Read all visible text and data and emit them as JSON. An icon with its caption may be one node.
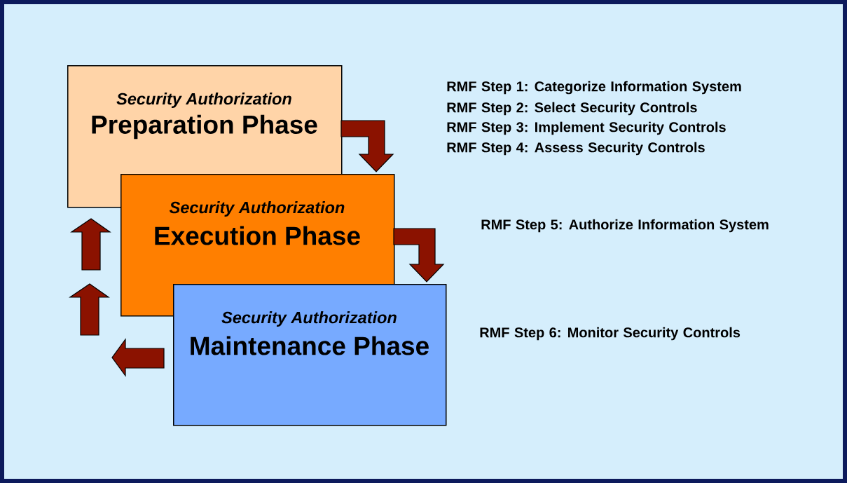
{
  "diagram": {
    "nodes": [
      {
        "text": [
          "*Security Authorization*",
          "Preparation Phase"
        ]
      },
      {
        "text": [
          "*Security Authorization*",
          "Execution Phase"
        ]
      },
      {
        "text": [
          "*Security Authorization*",
          "Maintenance Phase"
        ]
      }
    ],
    "edges": [
      {
        "from": 0,
        "to": 1,
        "arrow": "to"
      },
      {
        "from": 1,
        "to": 2,
        "arrow": "to"
      },
      {
        "from": 2,
        "to": null,
        "arrow": "to"
      },
      {
        "from": null,
        "to": 0,
        "arrow": "to"
      }
    ],
    "labels": [
      "RMF Step 1:  Categorize Information System",
      "RMF Step 2:  Select Security Controls",
      "RMF Step 3:  Implement Security Controls",
      "RMF Step 4:  Assess Security Controls",
      "RMF Step 5:  Authorize Information System",
      "RMF Step 6:  Monitor Security Controls"
    ]
  }
}
